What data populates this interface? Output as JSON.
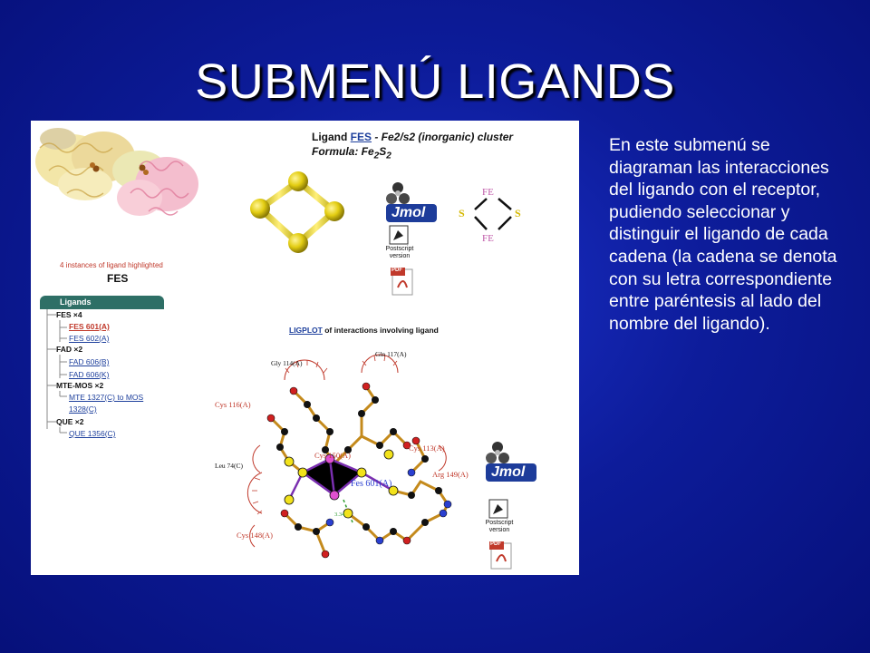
{
  "slide": {
    "title": "SUBMENÚ LIGANDS",
    "description": "En este submenú se diagraman las interacciones del ligando con el receptor, pudiendo seleccionar y distinguir el ligando de cada cadena (la cadena se denota con su letra correspondiente entre paréntesis al lado del nombre del ligando)."
  },
  "screenshot": {
    "header": {
      "prefix": "Ligand ",
      "ligand_link": "FES",
      "name": " - Fe2/s2 (inorganic) cluster",
      "formula_label": "Formula: Fe",
      "formula_sub1": "2",
      "formula_s": "S",
      "formula_sub2": "2"
    },
    "instances_note": "4 instances of ligand highlighted",
    "selected_ligand": "FES",
    "ligands_tab": "Ligands",
    "tree": [
      {
        "label": "FES ×4",
        "kind": "group"
      },
      {
        "label": "FES 601(A)",
        "kind": "selected"
      },
      {
        "label": "FES 602(A)",
        "kind": "link"
      },
      {
        "label": "FAD ×2",
        "kind": "group"
      },
      {
        "label": "FAD 606(B)",
        "kind": "link"
      },
      {
        "label": "FAD 606(K)",
        "kind": "link"
      },
      {
        "label": "MTE-MOS ×2",
        "kind": "group"
      },
      {
        "label": "MTE 1327(C) to MOS",
        "kind": "link"
      },
      {
        "label": "1328(C)",
        "kind": "link"
      },
      {
        "label": "QUE ×2",
        "kind": "group"
      },
      {
        "label": "QUE 1356(C)",
        "kind": "link"
      }
    ],
    "jmol_label": "Jmol",
    "postscript_label": [
      "Postscript",
      "version"
    ],
    "pdf_label": "PDF",
    "fe_label": "FE",
    "s_label": "S",
    "ligplot": {
      "link": "LIGPLOT",
      "caption": " of interactions involving ligand",
      "residues": [
        "Gly 114(A)",
        "Gln 117(A)",
        "Cys 116(A)",
        "Cys 150(A)",
        "Cys 113(A)",
        "Leu 74(C)",
        "Arg 149(A)",
        "Fes 601(A)",
        "Cys 148(A)"
      ],
      "hbond": "3.34"
    }
  },
  "colors": {
    "background": "#0d1c9a",
    "link": "#1d3f9c",
    "selected": "#c0392b",
    "tab": "#2e6f66"
  }
}
